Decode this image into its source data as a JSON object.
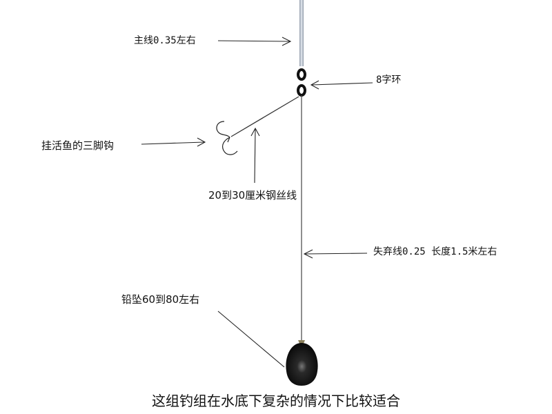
{
  "labels": {
    "main_line": "主线0.35左右",
    "swivel": "8字环",
    "treble_hook": "挂活鱼的三脚钩",
    "steel_wire": "20到30厘米钢丝线",
    "drop_line": "失弃线0.25 长度1.5米左右",
    "sinker": "铅坠60到80左右"
  },
  "caption": "这组钓组在水底下复杂的情况下比较适合",
  "colors": {
    "line": "#333333",
    "main_line": "#b9c3d2",
    "swivel": "#111111",
    "sinker": "#111111"
  }
}
